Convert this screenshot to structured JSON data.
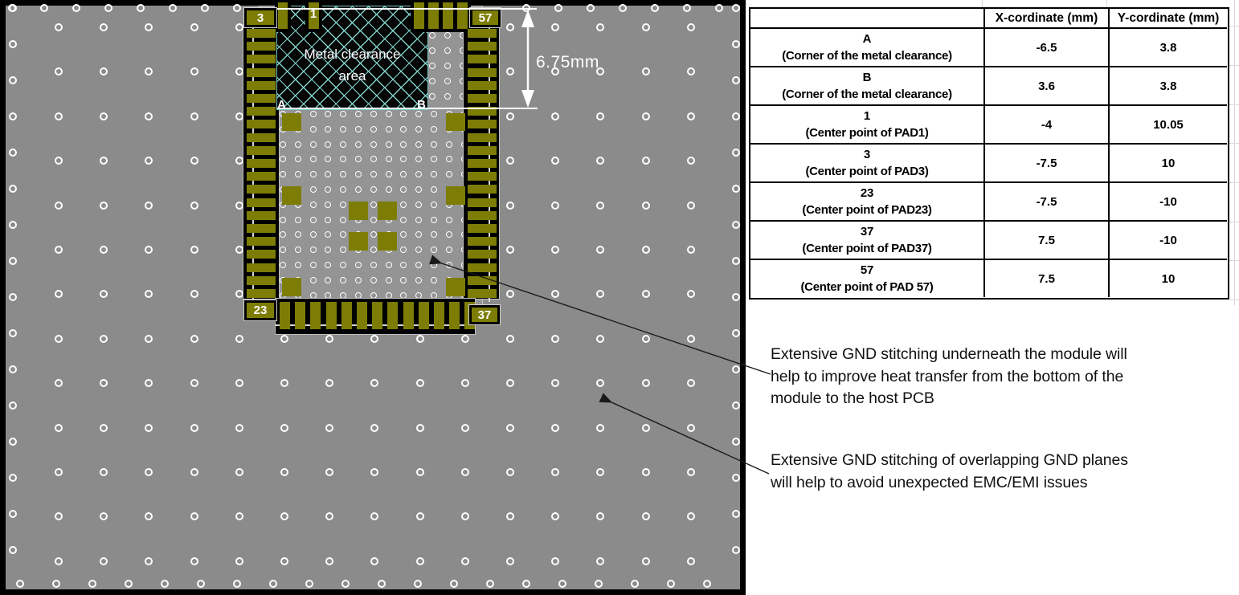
{
  "pcb": {
    "module": {
      "clearance_label_lines": [
        "Metal clearance",
        "area"
      ],
      "corner_a": "A",
      "corner_b": "B",
      "pad_labels": {
        "pad3": "3",
        "pad1": "1",
        "pad57": "57",
        "pad23": "23",
        "pad37": "37"
      }
    },
    "dimension": {
      "label": "6.75mm"
    }
  },
  "table": {
    "headers": [
      "",
      "X-cordinate (mm)",
      "Y-cordinate (mm)"
    ],
    "rows": [
      {
        "point": "A",
        "desc": "(Corner of the metal clearance)",
        "x": "-6.5",
        "y": "3.8"
      },
      {
        "point": "B",
        "desc": "(Corner of the metal clearance)",
        "x": "3.6",
        "y": "3.8"
      },
      {
        "point": "1",
        "desc": "(Center point of PAD1)",
        "x": "-4",
        "y": "10.05"
      },
      {
        "point": "3",
        "desc": "(Center point of PAD3)",
        "x": "-7.5",
        "y": "10"
      },
      {
        "point": "23",
        "desc": "(Center point of PAD23)",
        "x": "-7.5",
        "y": "-10"
      },
      {
        "point": "37",
        "desc": "(Center point of PAD37)",
        "x": "7.5",
        "y": "-10"
      },
      {
        "point": "57",
        "desc": "(Center point of PAD 57)",
        "x": "7.5",
        "y": "10"
      }
    ]
  },
  "annotations": [
    {
      "lines": [
        "Extensive GND stitching underneath the module will",
        "help to improve heat transfer from the bottom of the",
        "module to the host PCB"
      ]
    },
    {
      "lines": [
        "Extensive GND stitching of overlapping GND planes",
        "will help to avoid unexpected EMC/EMI issues"
      ]
    }
  ],
  "colors": {
    "board_gray": "#8b8b8b",
    "module_gray": "#949494",
    "pad_olive": "#7d7d05",
    "hatch_teal": "#7fcfc7",
    "clearance_black": "#060606",
    "via_white": "#ffffff",
    "annotation_text": "#111111"
  }
}
